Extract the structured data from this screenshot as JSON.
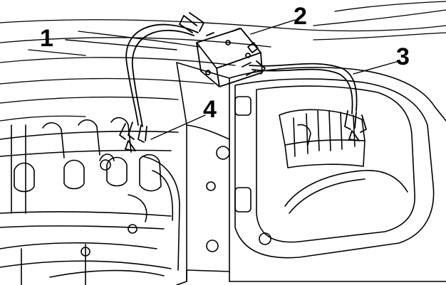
{
  "callouts": {
    "one": "1",
    "two": "2",
    "three": "3",
    "four": "4"
  },
  "colors": {
    "ink": "#000000",
    "paper": "#ffffff"
  }
}
